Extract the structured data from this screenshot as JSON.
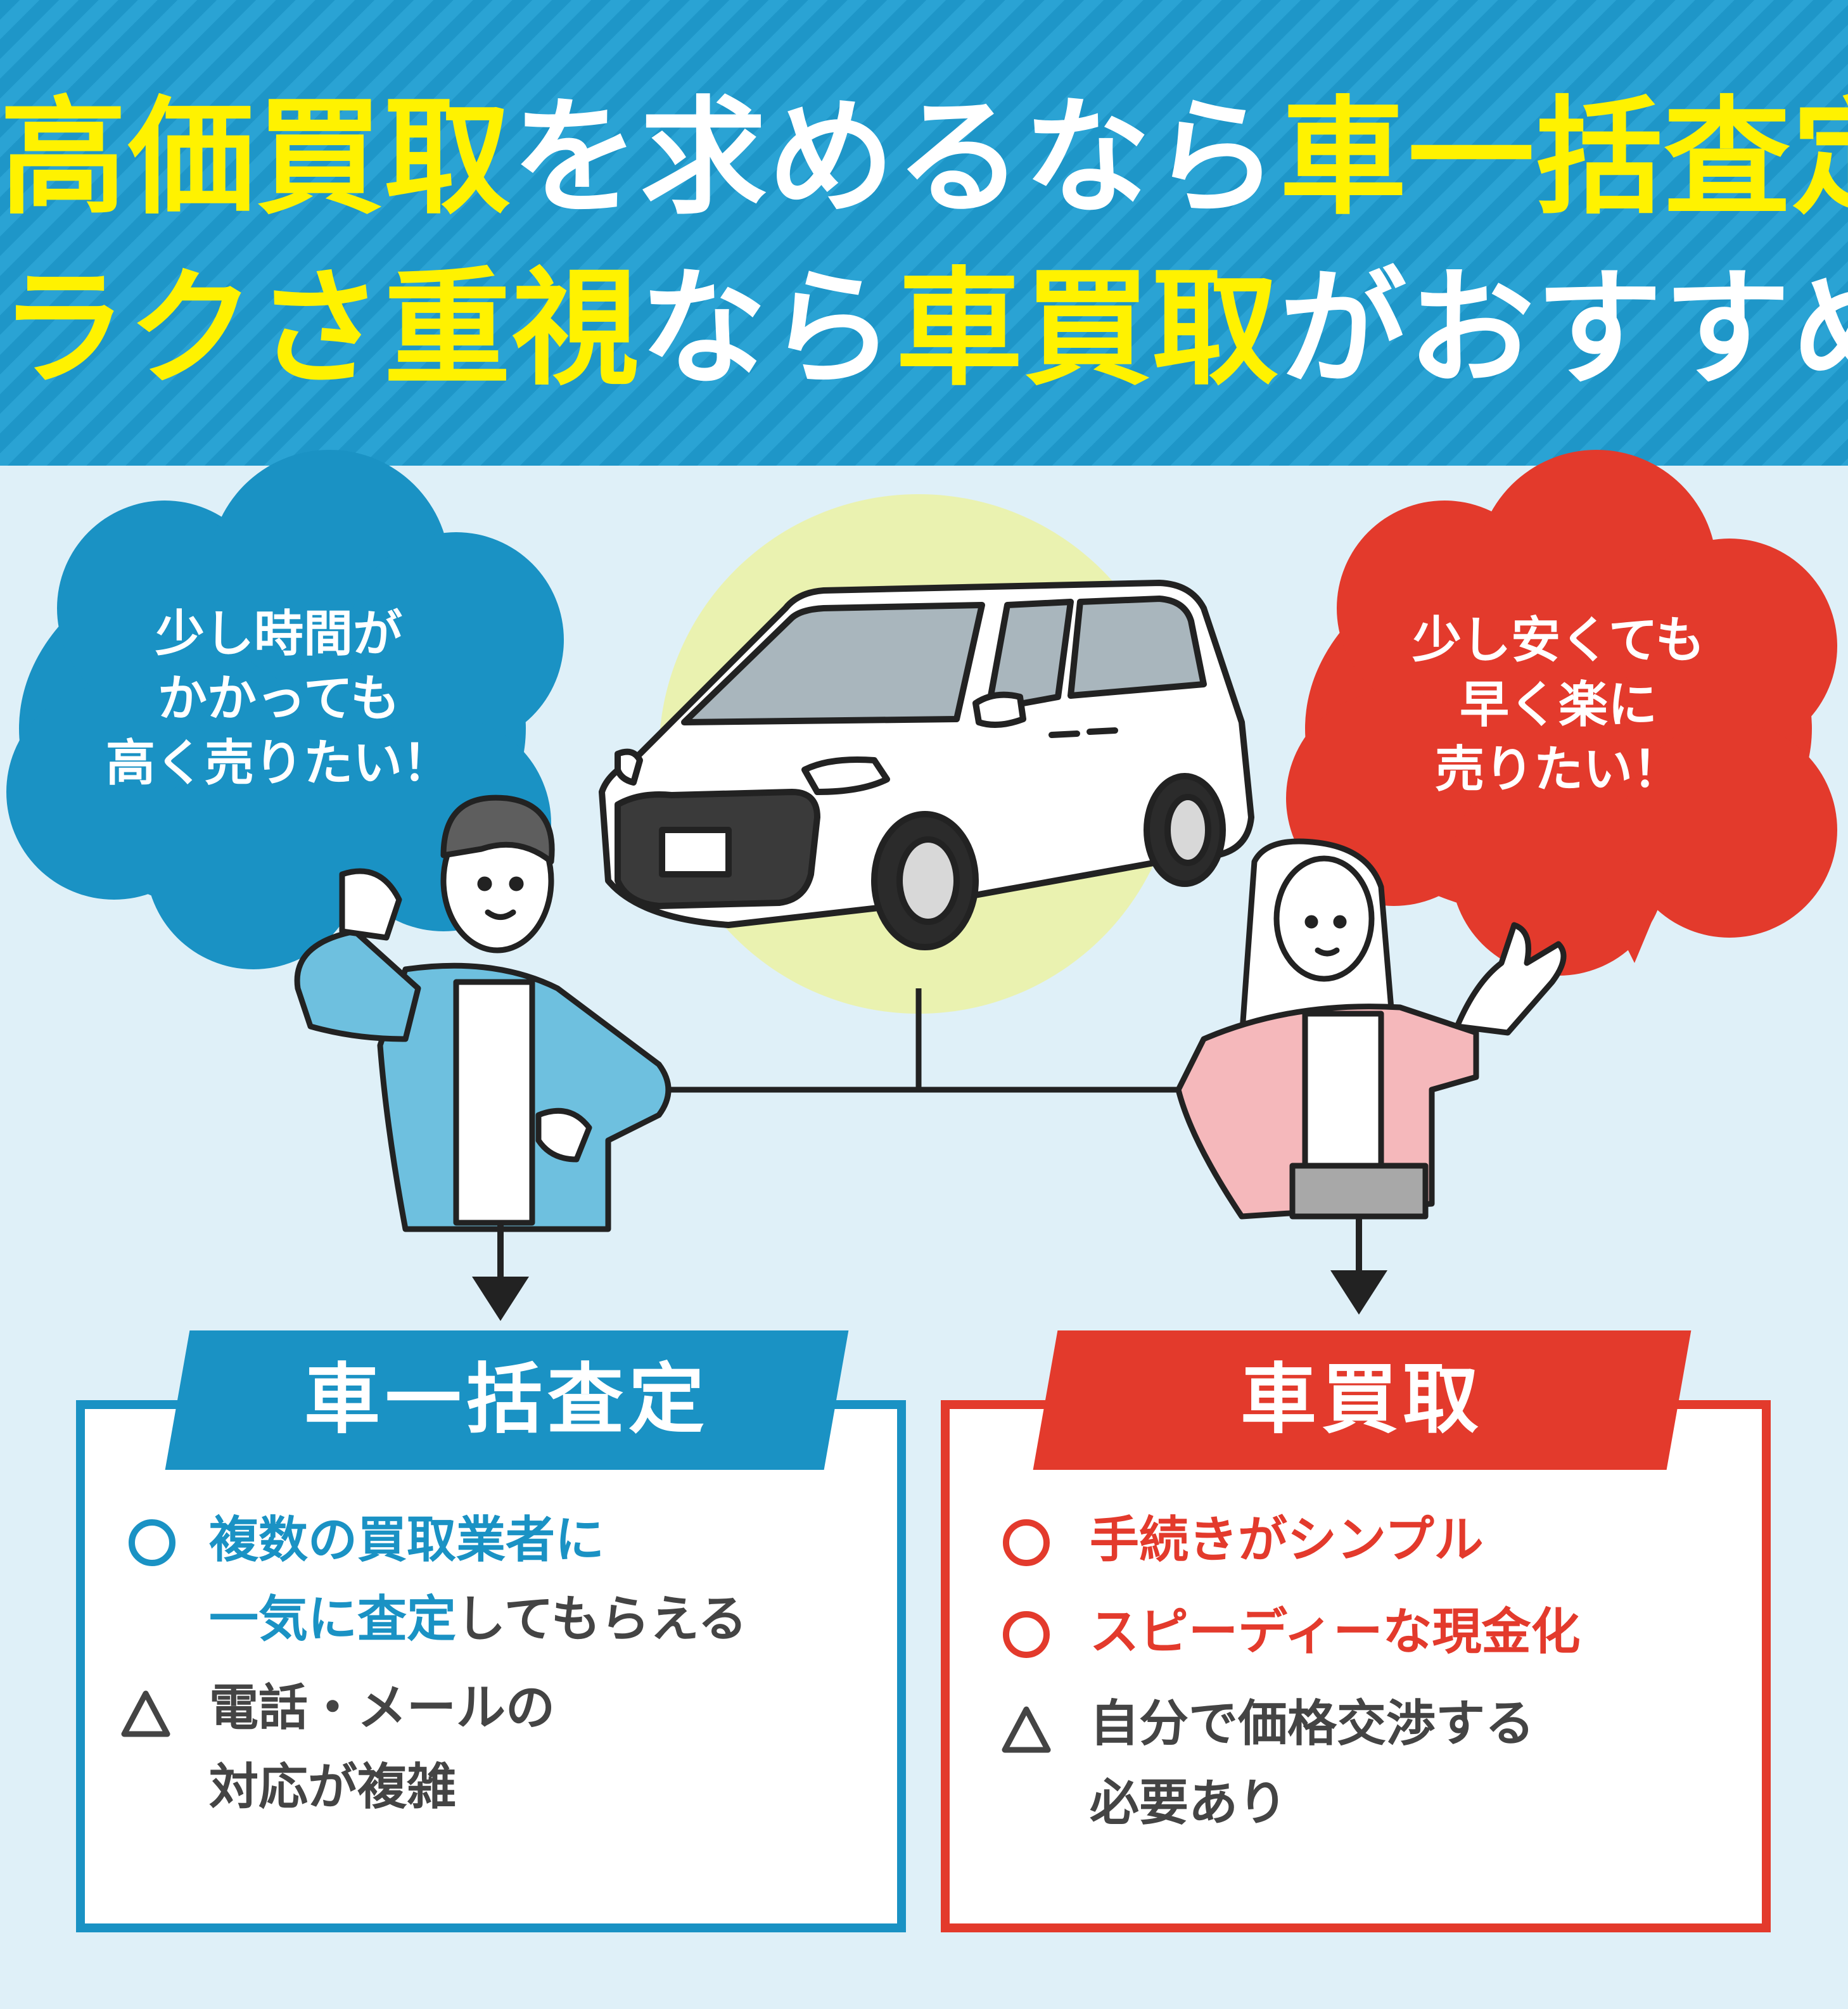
{
  "header": {
    "line1": [
      {
        "text": "高価買取",
        "color": "yellow"
      },
      {
        "text": "を求めるなら",
        "color": "white"
      },
      {
        "text": "車一括査定",
        "color": "yellow"
      }
    ],
    "line2": [
      {
        "text": "ラクさ重視",
        "color": "yellow"
      },
      {
        "text": "なら",
        "color": "white"
      },
      {
        "text": "車買取",
        "color": "yellow"
      },
      {
        "text": "がおすすめ",
        "color": "white"
      }
    ]
  },
  "bubbles": {
    "left": [
      "少し時間が",
      "かかっても",
      "高く売りたい！"
    ],
    "right": [
      "少し安くても",
      "早く楽に",
      "売りたい！"
    ]
  },
  "left_box": {
    "title": "車一括査定",
    "pro_line1": "複数の買取業者に",
    "pro_line2a": "一気に査定",
    "pro_line2b": "してもらえる",
    "con_line1": "電話・メールの",
    "con_line2": "対応が複雑"
  },
  "right_box": {
    "title": "車買取",
    "pro1": "手続きがシンプル",
    "pro2": "スピーディーな現金化",
    "con_line1": "自分で価格交渉する",
    "con_line2": "必要あり"
  },
  "colors": {
    "blue": "#1a92c4",
    "red": "#e33a2c",
    "yellow": "#fff200",
    "pink": "#f5b8bb",
    "jacket": "#6ec0df"
  }
}
